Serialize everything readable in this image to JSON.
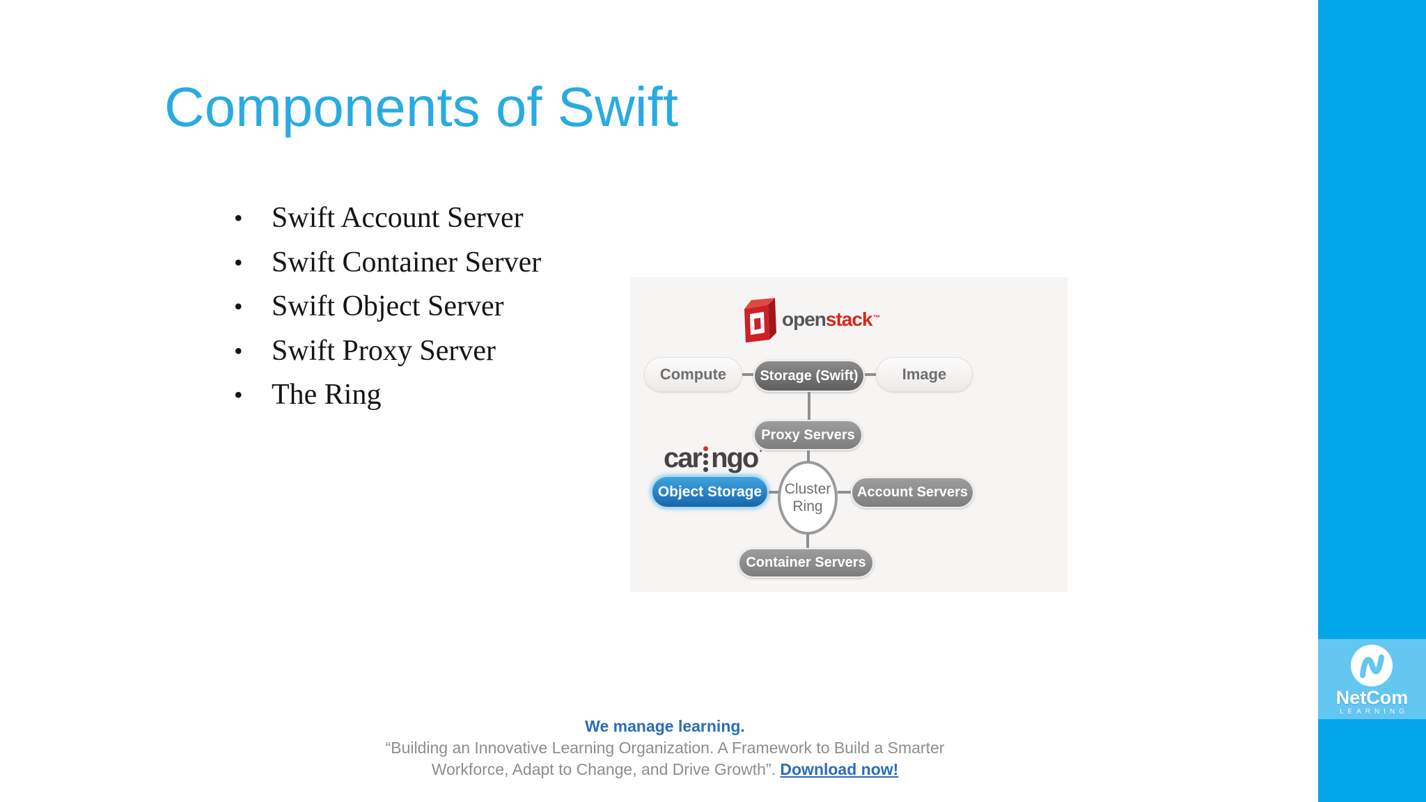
{
  "slide": {
    "title": "Components of Swift",
    "bullets": [
      "Swift Account Server",
      "Swift Container Server",
      "Swift Object Server",
      "Swift Proxy Server",
      "The Ring"
    ]
  },
  "diagram": {
    "openstack": {
      "open": "open",
      "stack": "stack",
      "tm": "™"
    },
    "caringo": {
      "part1": "car",
      "part2": "ngo",
      "mark": "·"
    },
    "nodes": {
      "compute": "Compute",
      "storage": "Storage (Swift)",
      "image": "Image",
      "proxy": "Proxy Servers",
      "object_storage": "Object Storage",
      "account": "Account Servers",
      "container": "Container Servers"
    },
    "cluster": {
      "line1": "Cluster",
      "line2": "Ring"
    }
  },
  "footer": {
    "tagline": "We manage learning.",
    "quote_line1": "“Building an Innovative Learning Organization. A Framework to Build a Smarter",
    "quote_line2_prefix": "Workforce, Adapt to Change, and Drive Growth”. ",
    "download": "Download now!"
  },
  "sidebar": {
    "brand": "NetCom",
    "subtitle": "LEARNING"
  },
  "colors": {
    "title_blue": "#29abe2",
    "sidebar_blue": "#03a7e9",
    "sidebar_light_blue": "#63c7f2",
    "footer_blue": "#2a6db8",
    "quote_gray": "#8d8d8d",
    "openstack_red": "#d6271e",
    "object_storage_blue": "#1b74bb",
    "pill_gray": "#8a8a8a",
    "diagram_bg": "#f7f5f3"
  }
}
